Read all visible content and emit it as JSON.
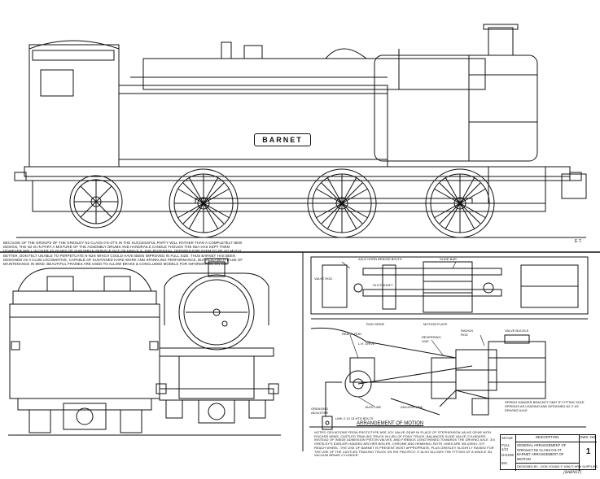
{
  "nameplate": "BARNET",
  "mark_top_right": "E.T.",
  "intro_text": "BECAUSE OF THE GROUPS OF THE GRESLEY N2 CLASS 0-6-2T'S IN THE SUCCESSFUL PARTY WILL RATHER THAN A COMPLETELY NEW DESIGN, THE N2 IS IN PART A MIXTURE OF THE ASSEMBLY DRUMS AND HANDRAILS CANDLE THOUGH THE N2A HAS KEPT THEM HOWEVER WELL IN OVER 40 YEARS OF SUBURBAN SERVICE OUT OF KING'S X. THE POTENTIAL OFFERED FOR THEM TO BE SO MUCH BETTER, DON FELT UNABLE TO PERPETUATE N-N2N WHICH COULD HAVE BEEN IMPROVED IN FULL SIZE. THUS BARNET HAS BEEN DESIGNED AS A CLUB LOCOMOTIVE, CAPABLE OF SUSTAINED HARD WORK AND SPARKLING PERFORMANCE, BUT ALSO WITH EASE OF MAINTENANCE IN MIND. BEAUTIFUL FRAMES ARE USED TO ALLOW BRAKE & CONCLUDED MODELS FOR INFORMATION ON N.C.",
  "labels": {
    "axle_bolts": "AXLE HORN BRIDGE BOLTS",
    "slide_bar": "SLIDE BAR",
    "valve_rod": "VALVE ROD",
    "eccentric": "SLOT/SHAFT",
    "rod_drive": "ROD DRIVE",
    "motion_plate": "MOTION PLATE",
    "reach_rod": "REACH ROD",
    "lh_drive": "L.H. DRIVE",
    "radius_rod": "RADIUS ROD",
    "valve_buckle": "VALVE BUCKLE",
    "reversing_link": "REVERSING LINK",
    "jack_link": "JACK LINK",
    "anchor_link": "ANCHOR LINK",
    "greasing": "GREASING ADJUSTER",
    "hts_bolts": "LINK 2 10 13 HTS BOLTS",
    "spring_hanger": "SPRING HANGER BRACKET OMIT IF FITTING SOLE SPRINGS AS LEADING AND DESIGNED N2 2' AS DRIVING AXLE",
    "arrangement_title": "ARRANGEMENT OF MOTION"
  },
  "notes_text": "NOTES: DEVIATIONS FROM PROTOTYPE ARE JOY VALVE GEAR IN PLACE OF STEPHENSON VALVE GEAR WITH ROCKER ARMS, CASTLED TRAILING TRUCK IN LIEU OF PONY TRUCK, BALANCED SLIDE VALVE CYLINDERS INSTEAD OF INSIDE ADMISSION PISTON VALVES, AND FIREBOX LENGTHENED TOWARDS THE DRIVING AXLE. 3/4 GRESLEY'S EARLIER HANDED ARCHER BOILER, CHROME AND HEMMING, BOTH LINKS ARE 3/8 USING JOY REACH WHEEL. THE USE OF BARNET IS PRESENT MOST APPROPRIATE, PLUS GRESLEY SLIGHTLY RAISED FOR THE USE OF THE CASTLED TRAILING TRUCK ON HIS 'PACIFICS' IT ALSO ALLOWS THE FITTING OF A SINGLE 3/4 VACUUM BRAKE CYLINDER.",
  "title_block": {
    "scale_label": "SCALE",
    "description_label": "DESCRIPTION",
    "dwg_label": "DWG. No.",
    "scale_value": "FULL 1/12",
    "gauge_label": "GAUGE",
    "gauge_value": "5in.",
    "line1": "GENERAL ARRANGEMENT OF",
    "line2": "GRESLEY N2 CLASS 0-6-2T",
    "line3": "BARNET  ARRANGEMENT OF MOTION",
    "dwg_no": "1",
    "designed_by": "DESIGNED BY : DON YOUNG",
    "copyright": "© 1980  © HRM Supplies"
  },
  "signature": "[BARNET]"
}
